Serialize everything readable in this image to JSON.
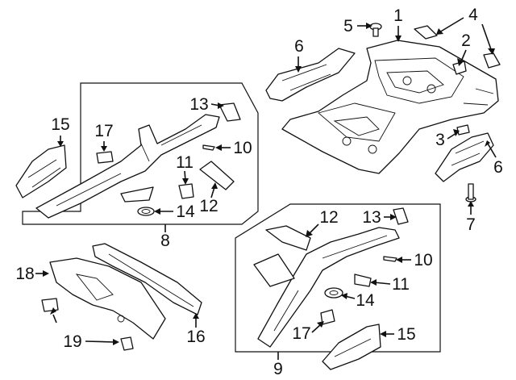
{
  "diagram": {
    "callouts": [
      {
        "id": "c1",
        "label": "1"
      },
      {
        "id": "c2",
        "label": "2"
      },
      {
        "id": "c3",
        "label": "3"
      },
      {
        "id": "c4",
        "label": "4"
      },
      {
        "id": "c5",
        "label": "5"
      },
      {
        "id": "c6a",
        "label": "6"
      },
      {
        "id": "c6b",
        "label": "6"
      },
      {
        "id": "c7",
        "label": "7"
      },
      {
        "id": "c8",
        "label": "8"
      },
      {
        "id": "c9",
        "label": "9"
      },
      {
        "id": "c10a",
        "label": "10"
      },
      {
        "id": "c10b",
        "label": "10"
      },
      {
        "id": "c11a",
        "label": "11"
      },
      {
        "id": "c11b",
        "label": "11"
      },
      {
        "id": "c12a",
        "label": "12"
      },
      {
        "id": "c12b",
        "label": "12"
      },
      {
        "id": "c13a",
        "label": "13"
      },
      {
        "id": "c13b",
        "label": "13"
      },
      {
        "id": "c14a",
        "label": "14"
      },
      {
        "id": "c14b",
        "label": "14"
      },
      {
        "id": "c15a",
        "label": "15"
      },
      {
        "id": "c15b",
        "label": "15"
      },
      {
        "id": "c16",
        "label": "16"
      },
      {
        "id": "c17a",
        "label": "17"
      },
      {
        "id": "c17b",
        "label": "17"
      },
      {
        "id": "c18",
        "label": "18"
      },
      {
        "id": "c19",
        "label": "19"
      }
    ]
  }
}
